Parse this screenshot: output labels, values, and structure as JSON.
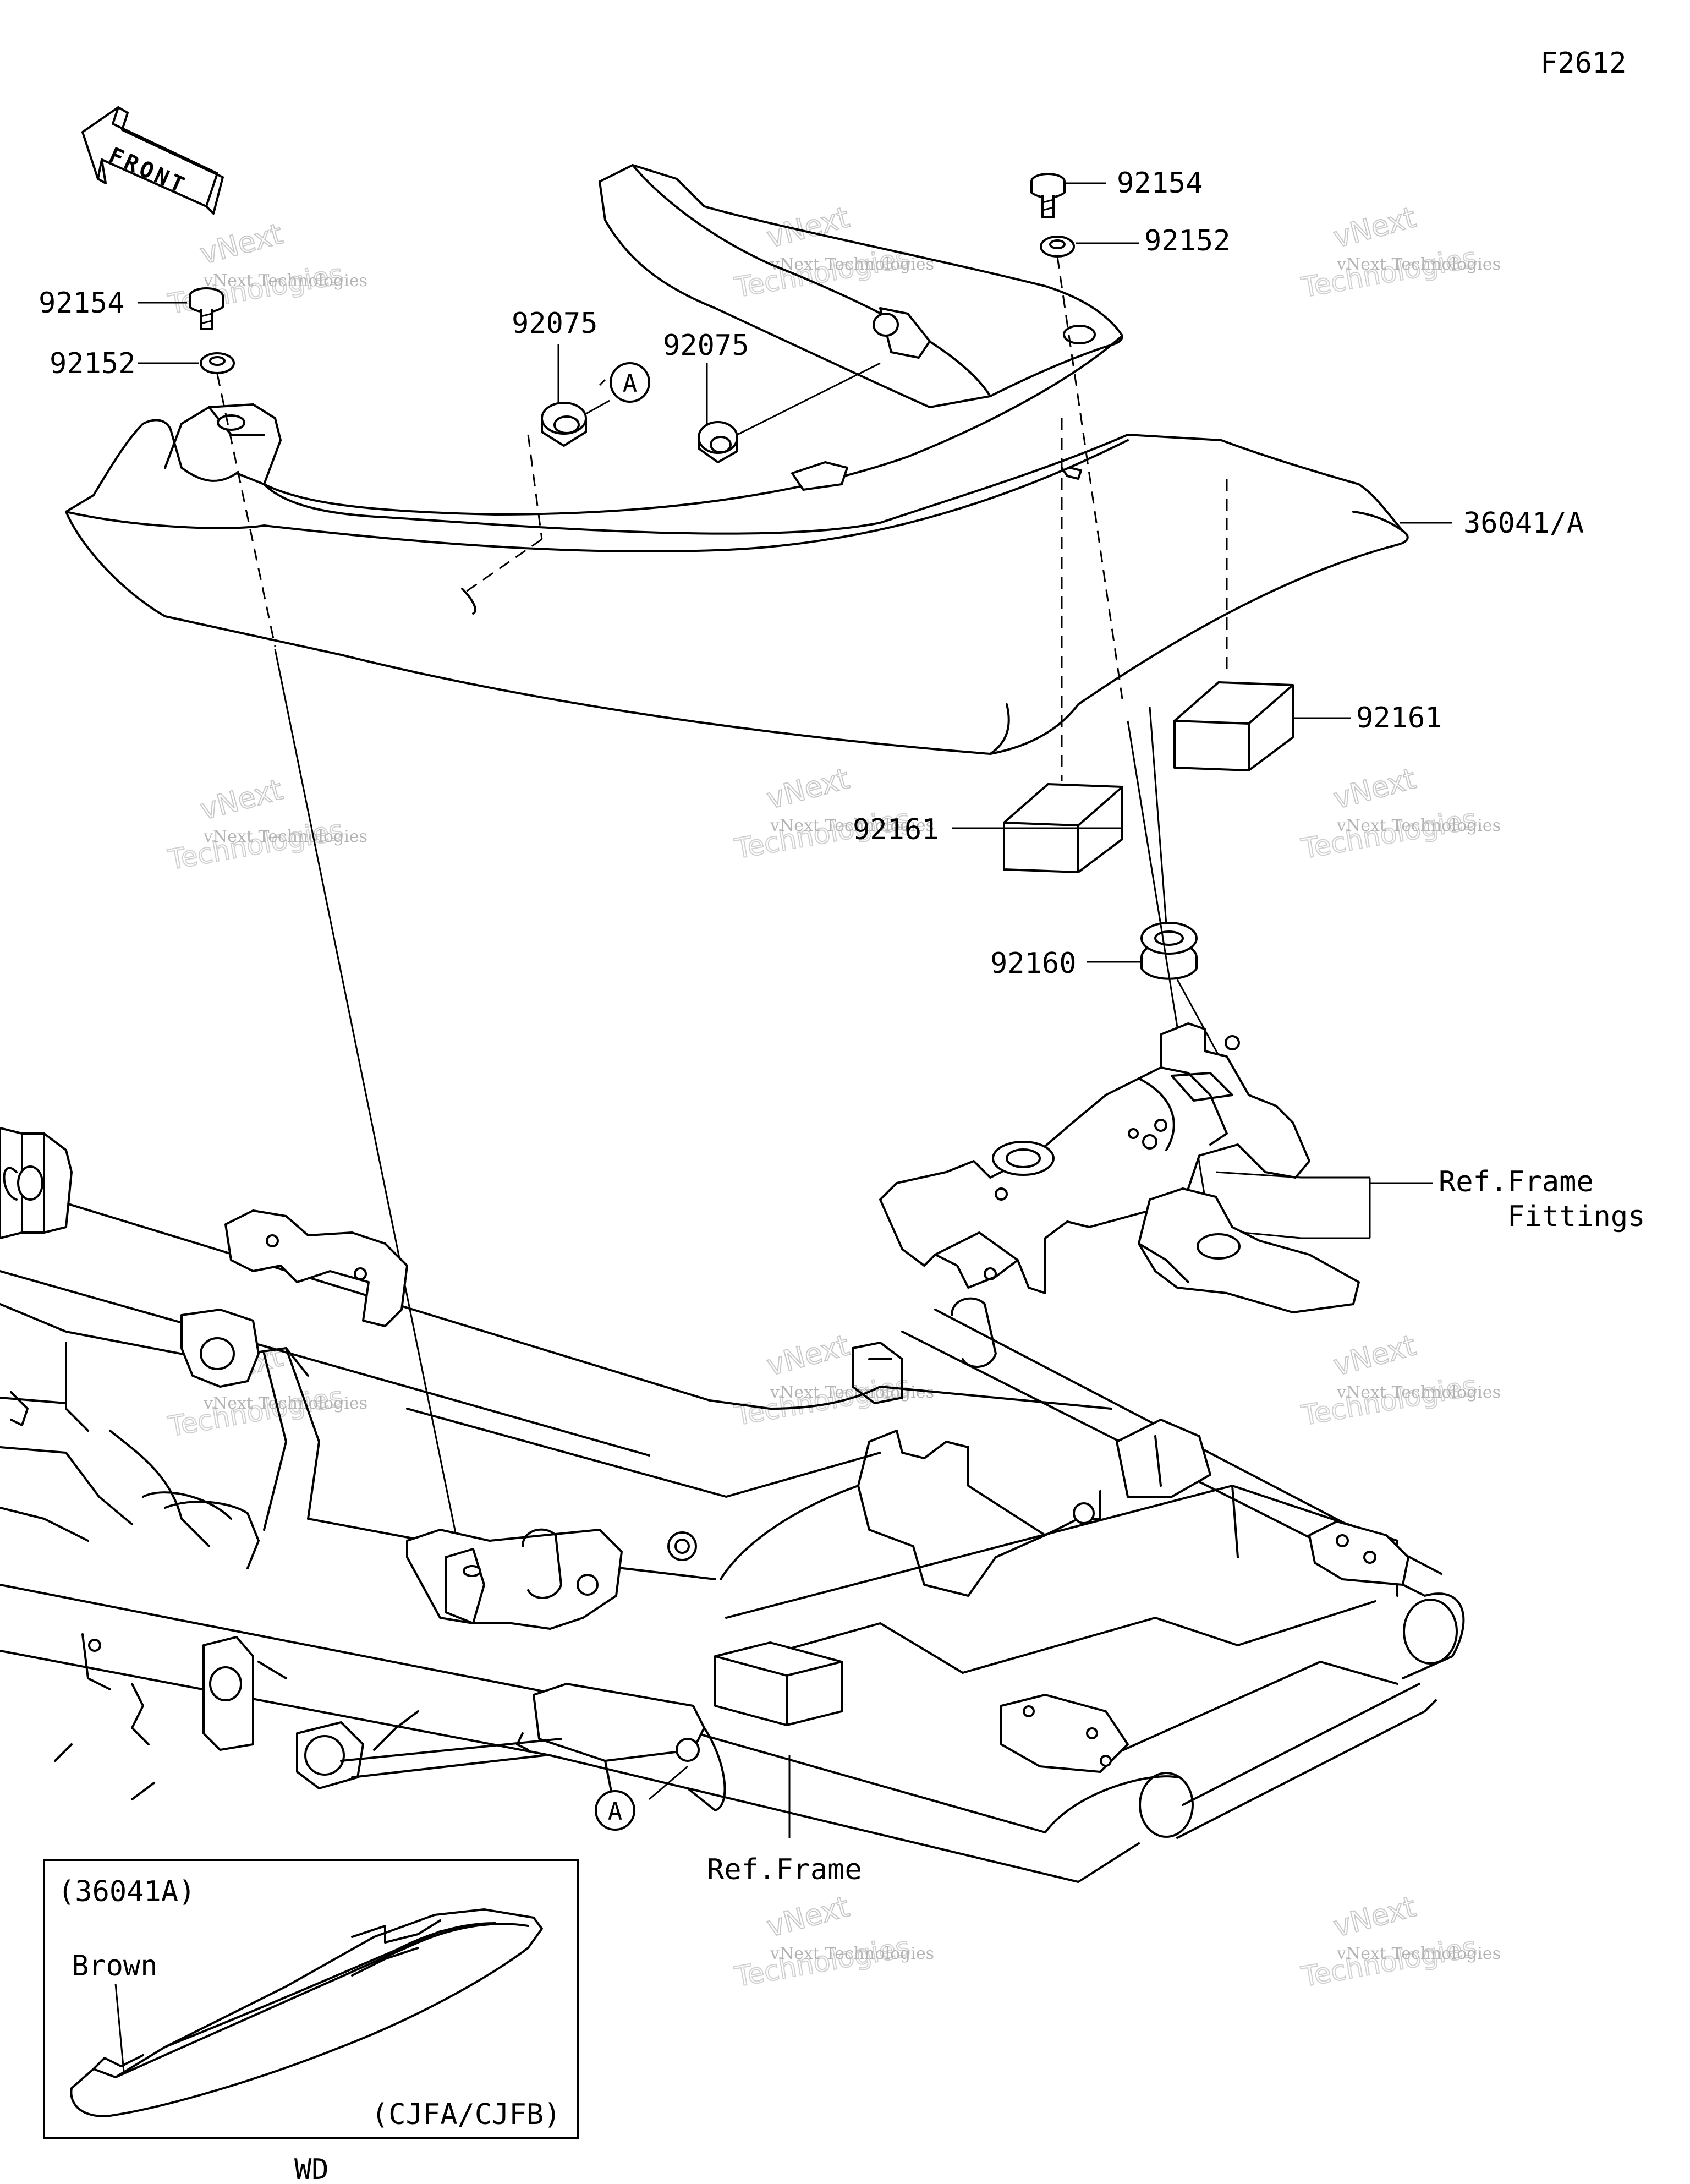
{
  "diagram": {
    "code": "F2612",
    "front_label": "FRONT",
    "ref_marker": "A",
    "callouts": {
      "bolt_left": "92154",
      "washer_left": "92152",
      "bolt_right": "92154",
      "washer_right": "92152",
      "grommet_left": "92075",
      "grommet_right": "92075",
      "cover": "36041/A",
      "pad_right": "92161",
      "pad_left": "92161",
      "damper": "92160",
      "fittings_line1": "Ref.Frame",
      "fittings_line2": "Fittings",
      "frame": "Ref.Frame"
    },
    "inset": {
      "part": "(36041A)",
      "color": "Brown",
      "models": "(CJFA/CJFB)"
    },
    "footer": "WD"
  },
  "watermark": {
    "line1": "vNext Technologies",
    "line2": "vNext",
    "line3": "Technologies"
  }
}
